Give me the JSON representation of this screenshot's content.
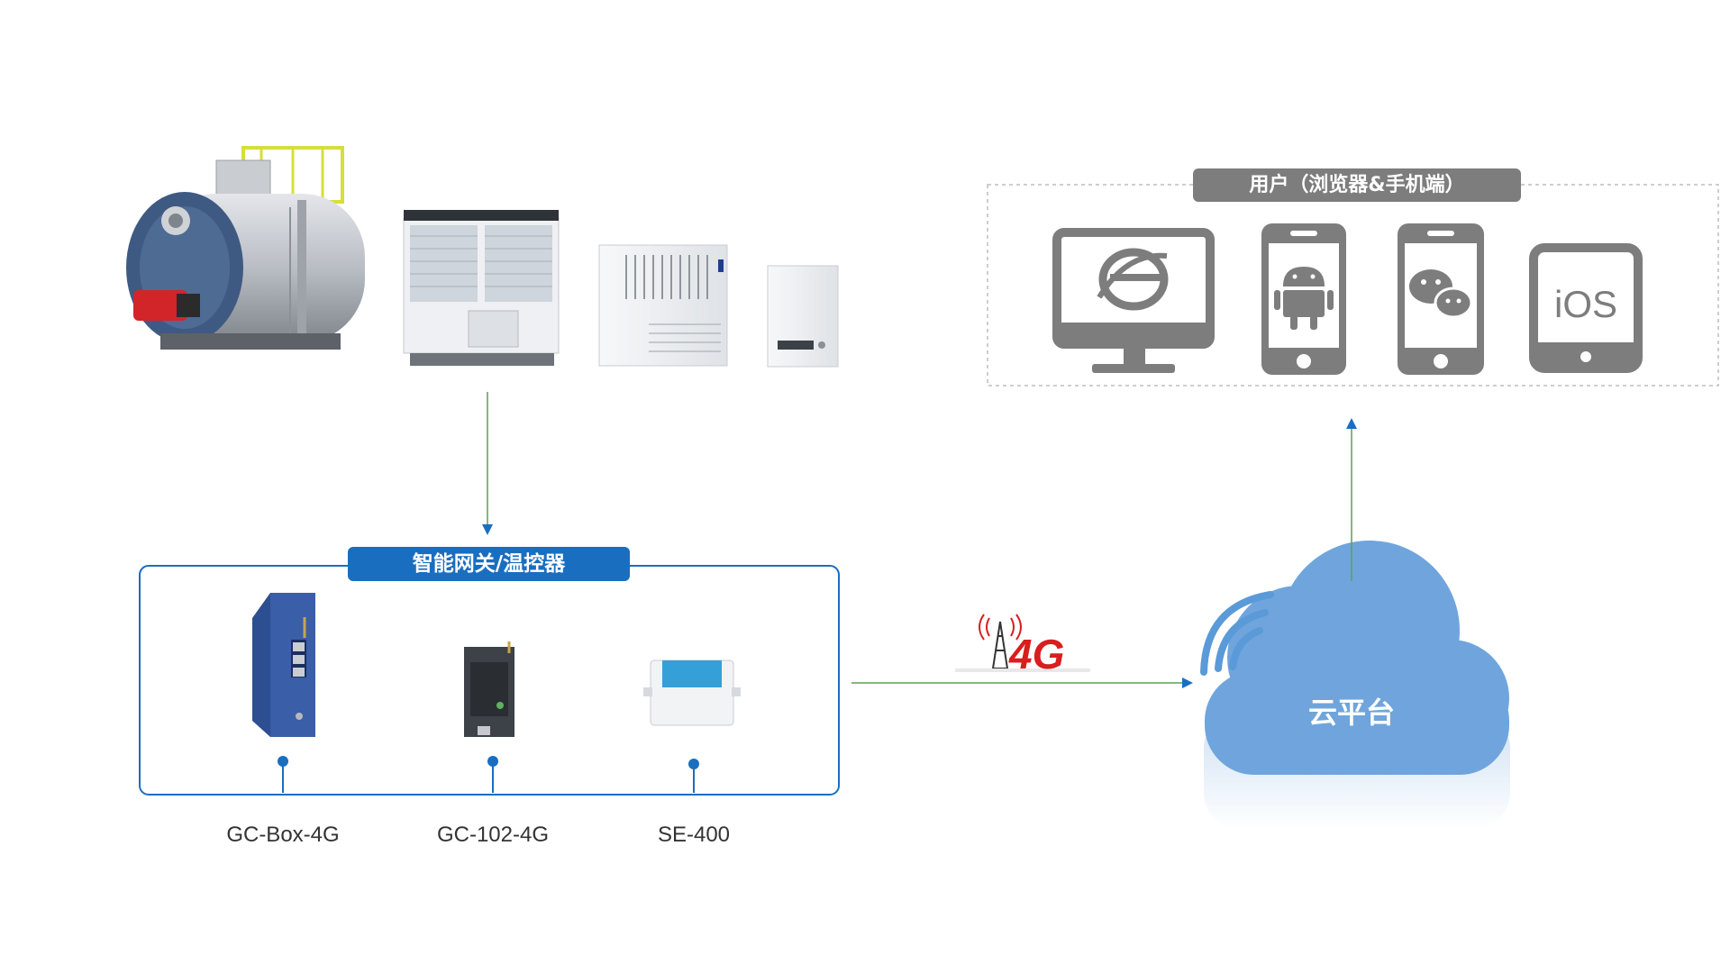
{
  "gateway_section": {
    "title": "智能网关/温控器",
    "devices": [
      {
        "label": "GC-Box-4G"
      },
      {
        "label": "GC-102-4G"
      },
      {
        "label": "SE-400"
      }
    ]
  },
  "user_section": {
    "title": "用户（浏览器&手机端）",
    "clients": [
      {
        "icon": "ie-browser-icon"
      },
      {
        "icon": "android-phone-icon"
      },
      {
        "icon": "wechat-phone-icon"
      },
      {
        "icon": "ios-tablet-icon",
        "text": "iOS"
      }
    ]
  },
  "cloud": {
    "label": "云平台"
  },
  "network": {
    "label": "4G"
  },
  "equipment": [
    "boiler",
    "air-cooled-chiller",
    "fan-coil-unit",
    "wall-mounted-heater"
  ],
  "colors": {
    "gateway_blue": "#1a6ec0",
    "user_gray": "#7d7d7d",
    "cloud_blue": "#6fa5dc",
    "arrow_green": "#5e9e54",
    "arrow_blue": "#1b6ec2",
    "network_red": "#d81e1e"
  }
}
